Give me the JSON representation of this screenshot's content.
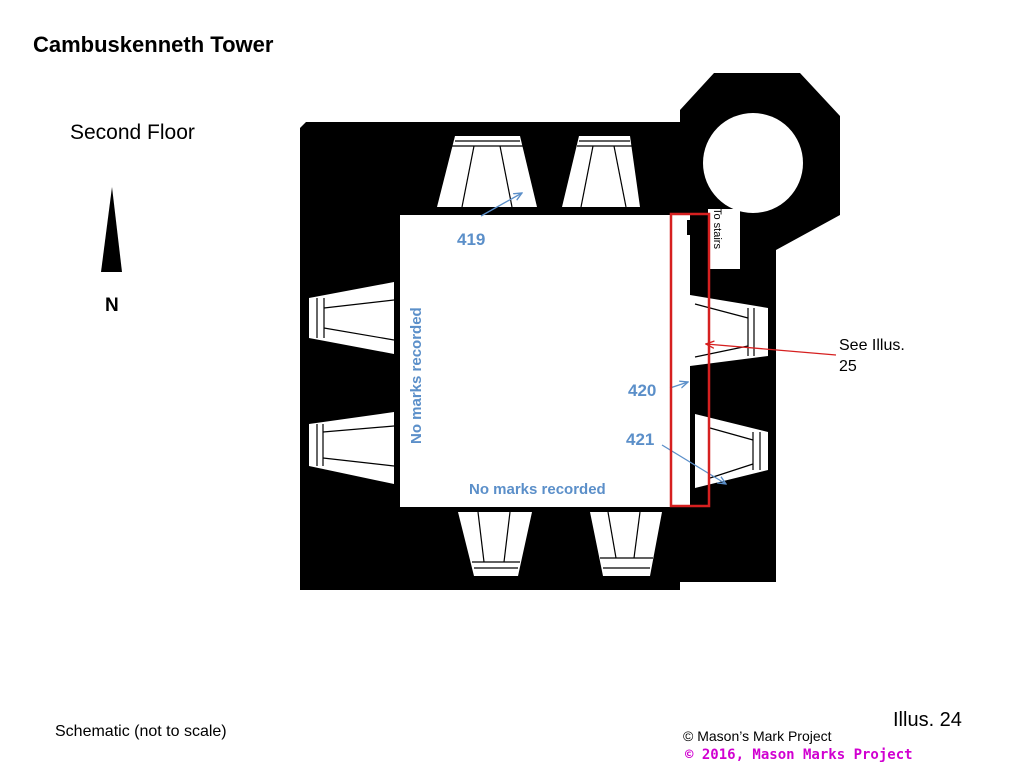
{
  "title": "Cambuskenneth Tower",
  "floor_label": "Second Floor",
  "north_label": "N",
  "stairs_label": "To stairs",
  "marks": {
    "m419": "419",
    "m420": "420",
    "m421": "421",
    "west_note": "No marks recorded",
    "south_note": "No marks recorded"
  },
  "see_illus_line1": "See Illus.",
  "see_illus_line2": "25",
  "schematic_note": "Schematic (not to scale)",
  "credit": "© Mason’s Mark Project",
  "illus_number": "Illus. 24",
  "copyright": "© 2016, Mason Marks Project",
  "colors": {
    "wall": "#000000",
    "mark_text": "#5b8fc9",
    "highlight": "#d62020",
    "copyright": "#d100d1"
  }
}
